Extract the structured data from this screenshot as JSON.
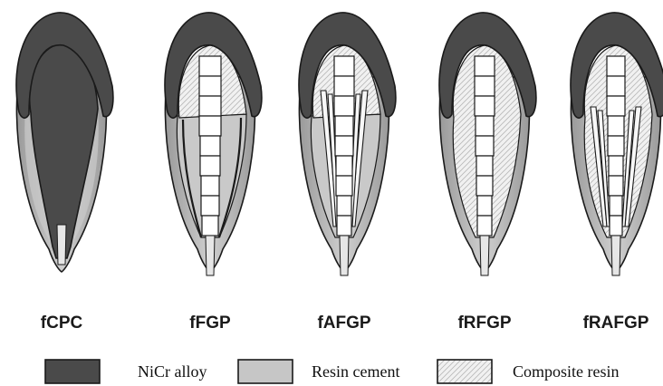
{
  "teeth": [
    {
      "label": "fCPC"
    },
    {
      "label": "fFGP"
    },
    {
      "label": "fAFGP"
    },
    {
      "label": "fRFGP"
    },
    {
      "label": "fRAFGP"
    }
  ],
  "legend": [
    {
      "label": "NiCr alloy",
      "swatch": "nicr"
    },
    {
      "label": "Resin cement",
      "swatch": "cement"
    },
    {
      "label": "Composite resin",
      "swatch": "composite"
    }
  ],
  "colors": {
    "nicr": "#4a4a4a",
    "cement": "#c6c6c6",
    "root": "#a3a3a3",
    "outline": "#1a1a1a",
    "composite_bg": "#f1f1f1"
  }
}
